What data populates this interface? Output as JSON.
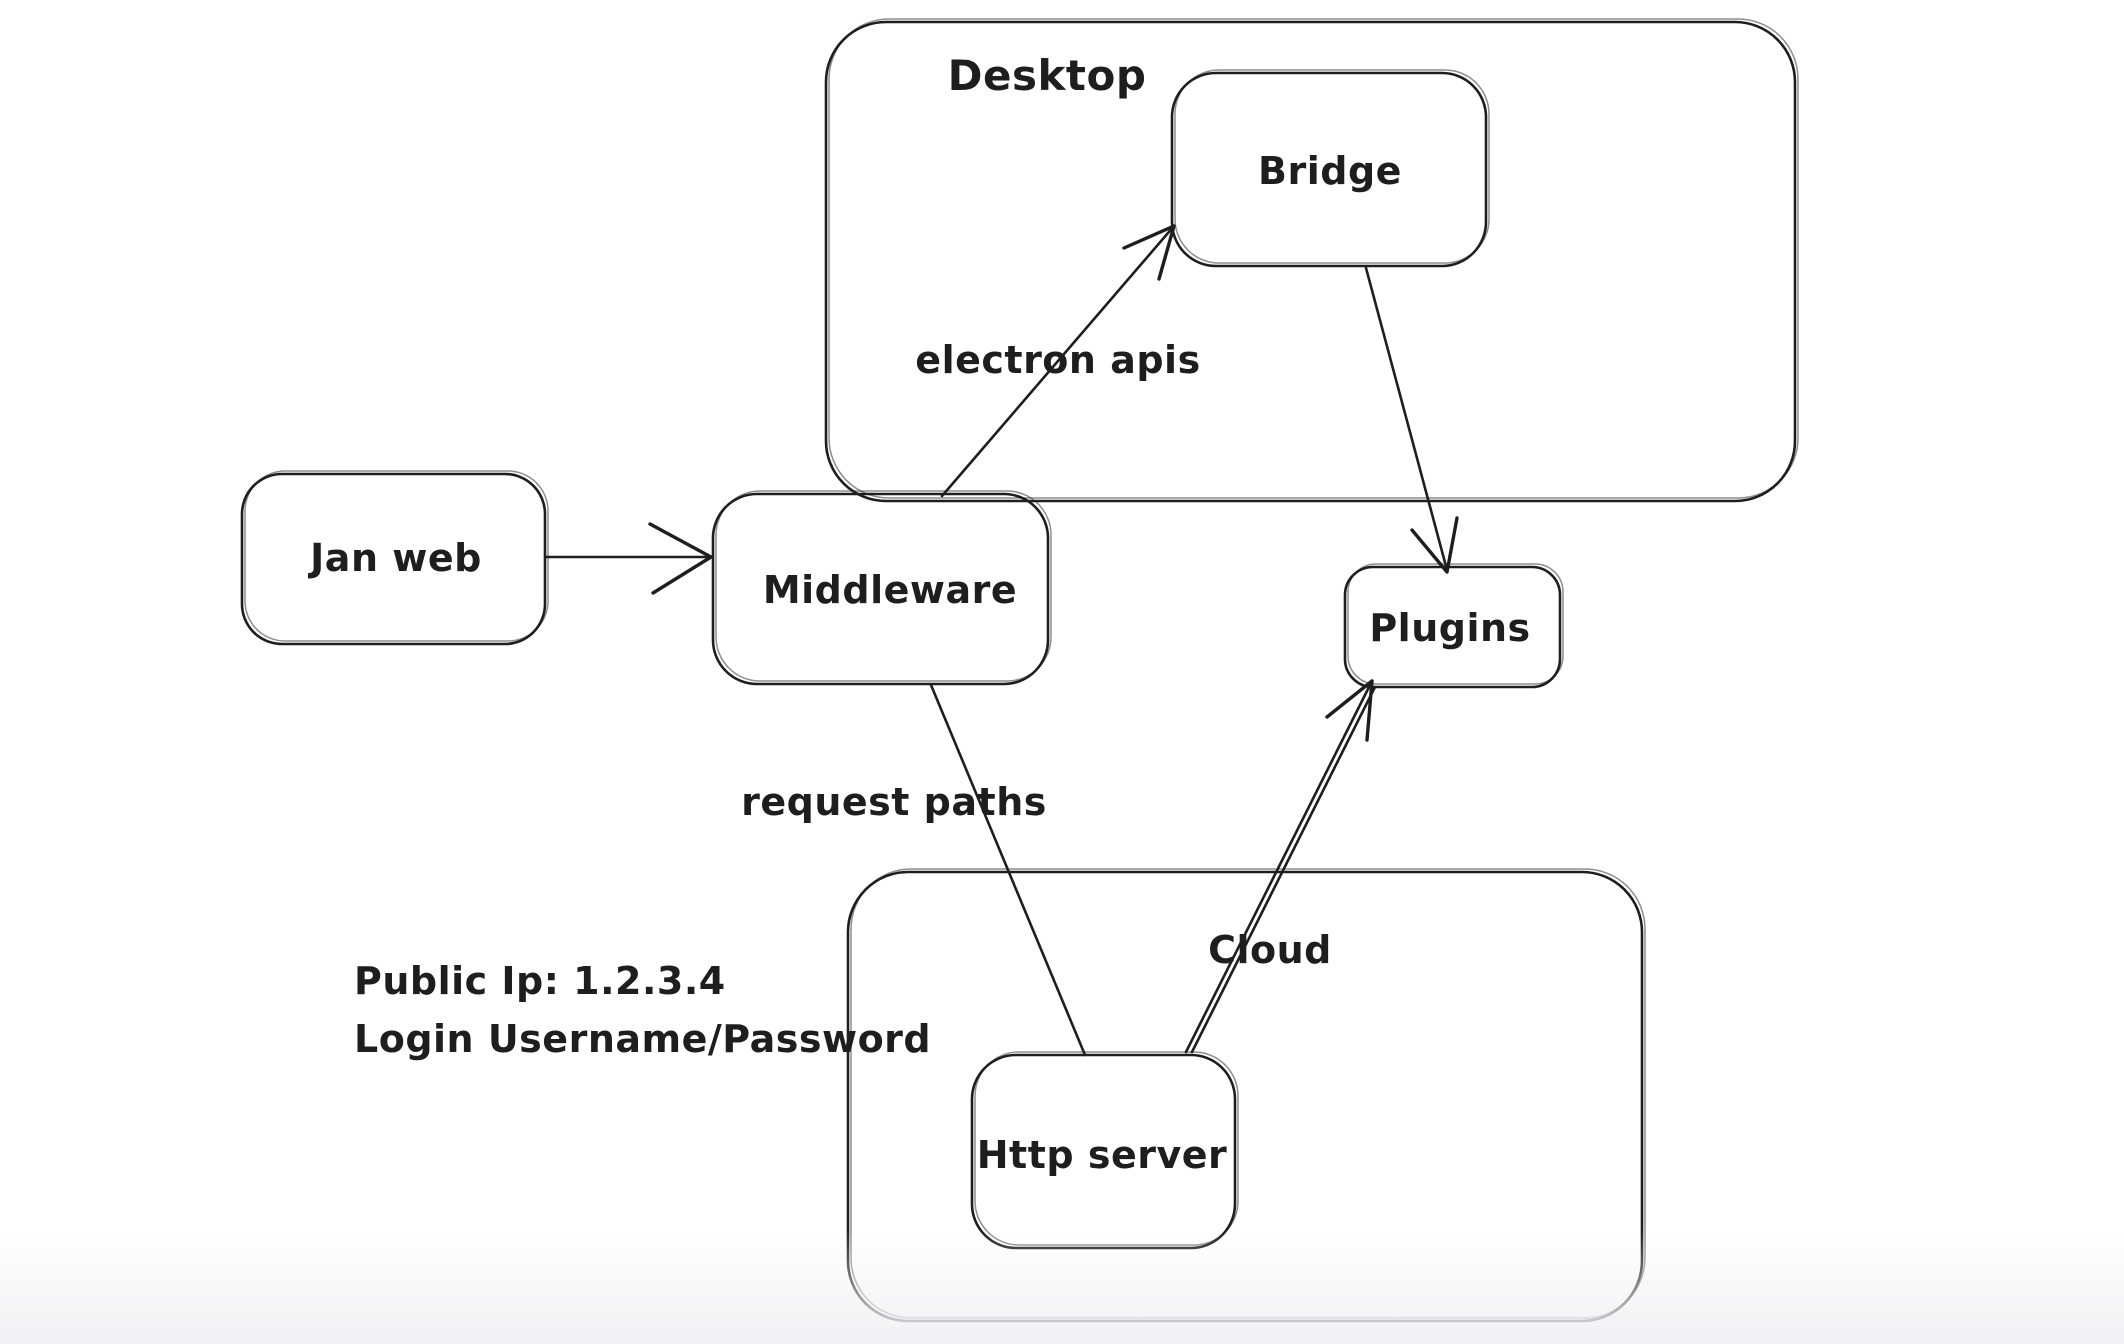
{
  "app": {
    "type": "whiteboard-diagram",
    "background": "#ffffff",
    "stroke_color": "#1e1e1e",
    "bottom_fade_color": "#f1f1f3"
  },
  "labels": {
    "desktop": "Desktop",
    "bridge": "Bridge",
    "jan_web": "Jan web",
    "middleware": "Middleware",
    "plugins": "Plugins",
    "cloud": "Cloud",
    "http_server": "Http server",
    "electron_apis": "electron apis",
    "request_paths": "request paths",
    "note_line1": "Public Ip: 1.2.3.4",
    "note_line2": "Login Username/Password"
  },
  "edges": [
    {
      "from": "Jan web",
      "to": "Middleware",
      "arrow": true,
      "label": ""
    },
    {
      "from": "Middleware",
      "to": "Bridge",
      "arrow": true,
      "label": "electron apis"
    },
    {
      "from": "Bridge",
      "to": "Plugins",
      "arrow": true,
      "label": ""
    },
    {
      "from": "Middleware",
      "to": "Http server",
      "arrow": false,
      "label": "request paths"
    },
    {
      "from": "Http server",
      "to": "Plugins",
      "arrow": true,
      "label": ""
    }
  ]
}
